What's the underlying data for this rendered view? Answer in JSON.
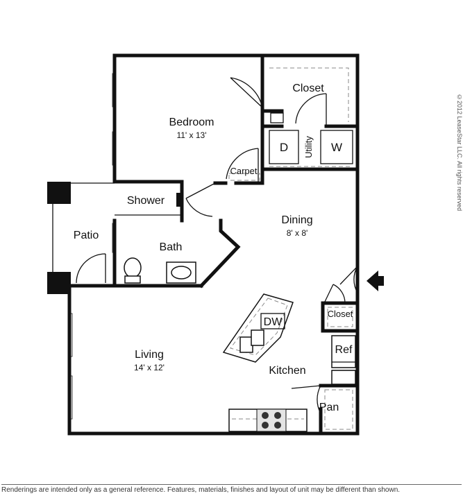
{
  "rooms": {
    "bedroom": {
      "name": "Bedroom",
      "dims": "11' x 13'"
    },
    "closet_bedroom": {
      "name": "Closet"
    },
    "utility": {
      "name": "Utility",
      "dryer": "D",
      "washer": "W"
    },
    "carpet": {
      "name": "Carpet"
    },
    "shower": {
      "name": "Shower"
    },
    "bath": {
      "name": "Bath"
    },
    "patio": {
      "name": "Patio"
    },
    "dining": {
      "name": "Dining",
      "dims": "8' x 8'"
    },
    "closet_entry": {
      "name": "Closet"
    },
    "dishwasher": {
      "name": "DW"
    },
    "ref": {
      "name": "Ref"
    },
    "kitchen": {
      "name": "Kitchen"
    },
    "pantry": {
      "name": "Pan"
    },
    "living": {
      "name": "Living",
      "dims": "14' x 12'"
    }
  },
  "copyright": "©2012 LeaseStar LLC. All rights reserved",
  "disclaimer": "Renderings are intended only as a general reference. Features, materials, finishes and layout of unit may be different than shown."
}
